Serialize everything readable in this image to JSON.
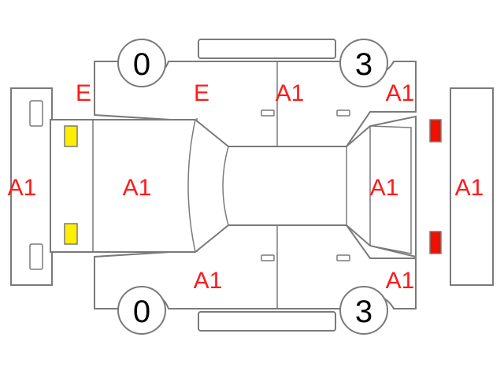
{
  "tires": {
    "front_left": "0",
    "rear_left": "3",
    "front_right": "0",
    "rear_right": "3"
  },
  "marks": {
    "front_bumper": "A1",
    "hood": "A1",
    "front_fender_top": "E",
    "front_door_top": "E",
    "rear_door_top": "A1",
    "rear_quarter_top": "A1",
    "front_door_bottom": "A1",
    "rear_quarter_bottom": "A1",
    "trunk": "A1",
    "rear_bumper": "A1"
  },
  "colors": {
    "headlight": "#ffee00",
    "taillight": "#ee1100",
    "mark_text": "#ff1a1a",
    "outline": "#7a7a7a"
  }
}
